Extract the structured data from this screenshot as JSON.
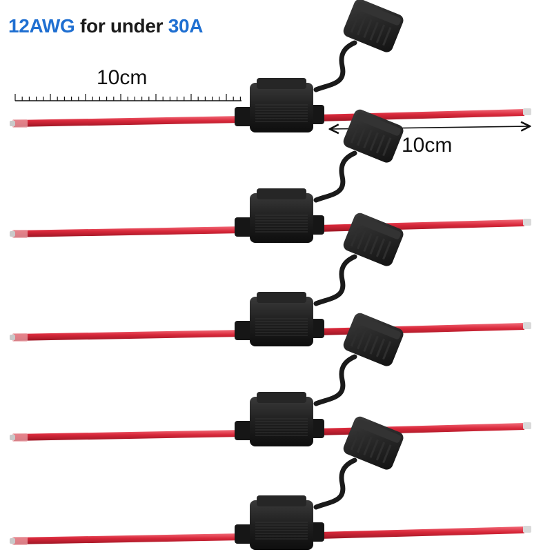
{
  "headline": {
    "part1": "12AWG",
    "part2": " for under ",
    "part3": "30A"
  },
  "measurements": {
    "left_label": "10cm",
    "right_label": "10cm"
  },
  "product": {
    "unit_count": 5
  },
  "colors": {
    "accent_blue": "#1f6fd1",
    "wire_red": "#d8283a",
    "holder_black": "#1c1c1c"
  }
}
